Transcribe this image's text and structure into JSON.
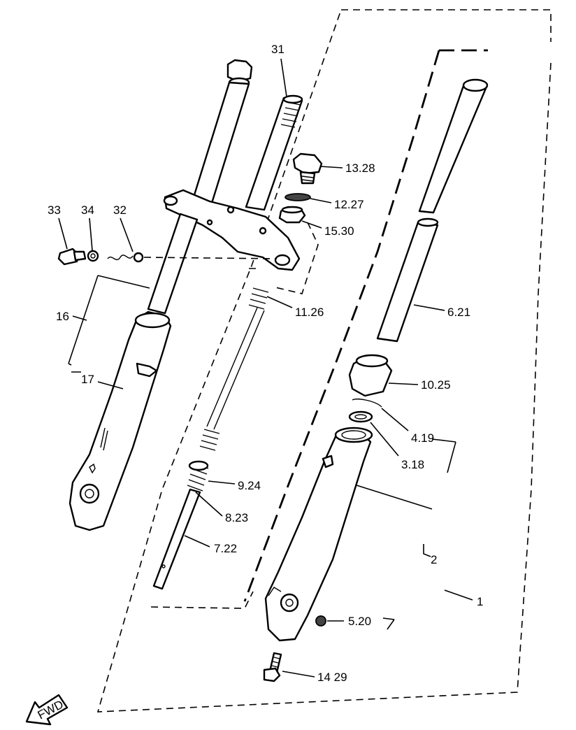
{
  "labels": {
    "p31": "31",
    "p13_28": "13.28",
    "p12_27": "12.27",
    "p15_30": "15.30",
    "p33": "33",
    "p34": "34",
    "p32": "32",
    "p16": "16",
    "p17": "17",
    "p11_26": "11.26",
    "p6_21": "6.21",
    "p10_25": "10.25",
    "p4_19": "4.19",
    "p3_18": "3.18",
    "p9_24": "9.24",
    "p8_23": "8.23",
    "p7_22": "7.22",
    "p2": "2",
    "p1": "1",
    "p5_20": "5.20",
    "p14_29": "14 29",
    "fwd": "FWD"
  }
}
